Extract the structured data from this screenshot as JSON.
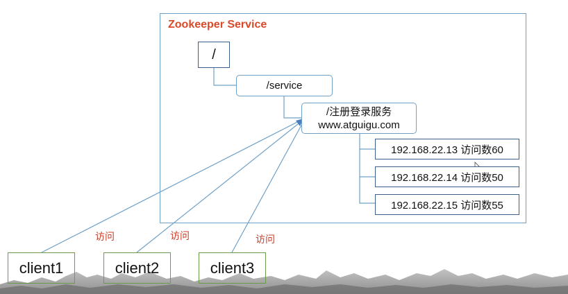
{
  "diagram": {
    "service_title": "Zookeeper Service",
    "root_node": "/",
    "service_node": "/service",
    "register_node": {
      "line1": "/注册登录服务",
      "line2": "www.atguigu.com"
    },
    "servers": [
      {
        "label": "192.168.22.13  访问数60"
      },
      {
        "label": "192.168.22.14 访问数50"
      },
      {
        "label": "192.168.22.15 访问数55"
      }
    ],
    "clients": [
      {
        "label": "client1",
        "access_label": "访问"
      },
      {
        "label": "client2",
        "access_label": "访问"
      },
      {
        "label": "client3",
        "access_label": "访问"
      }
    ]
  },
  "colors": {
    "title": "#d94a2a",
    "frame": "#6ea0c8",
    "access_text": "#c8402a",
    "client_border": "#6a9a4a",
    "dark_border": "#3a5f8a"
  },
  "icons": [
    "mouse-cursor-icon",
    "arrowhead-icon"
  ]
}
